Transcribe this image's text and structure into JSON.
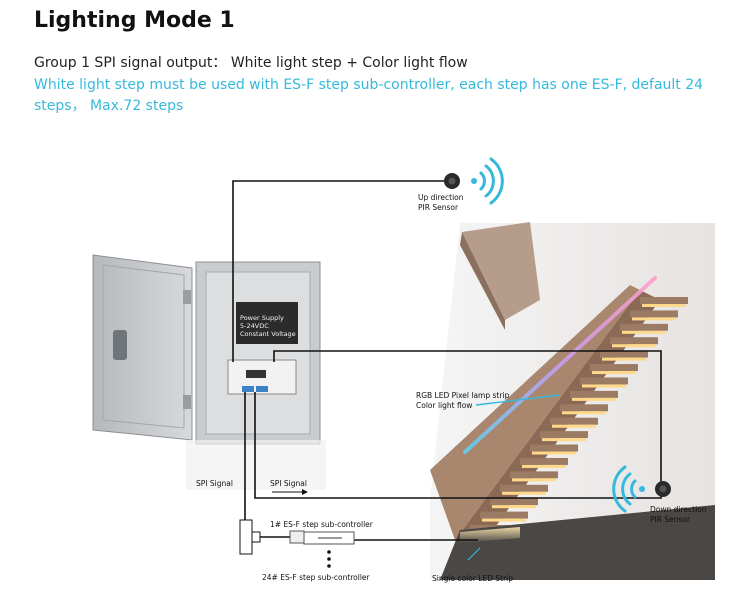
{
  "header": {
    "title": "Lighting Mode 1",
    "line1": "Group 1 SPI signal output： White light step + Color light flow",
    "line2": "White light step must be used with ES-F step sub-controller, each step has one ES-F, default 24 steps， Max.72 steps"
  },
  "diagram": {
    "up_sensor": [
      "Up direction",
      "PIR Sensor"
    ],
    "down_sensor": [
      "Down direction",
      "PIR Sensor"
    ],
    "power_supply": [
      "Power Supply",
      "5-24VDC",
      "Constant Voltage"
    ],
    "rgb_strip": [
      "RGB LED Pixel lamp strip",
      "Color light flow"
    ],
    "spi_left": "SPI Signal",
    "spi_right": "SPI Signal",
    "sub_first": "1# ES-F step sub-controller",
    "sub_last": "24# ES-F step sub-controller",
    "single_strip": "Single color LED Strip"
  },
  "colors": {
    "accent": "#34b9dd",
    "wire": "#111111",
    "cabinet": "#c9cbcd",
    "wall": "#efefef",
    "stair_wood": "#8a6a55"
  },
  "icons": [
    "pir-sensor-icon",
    "signal-waves-icon",
    "dots-icon"
  ]
}
